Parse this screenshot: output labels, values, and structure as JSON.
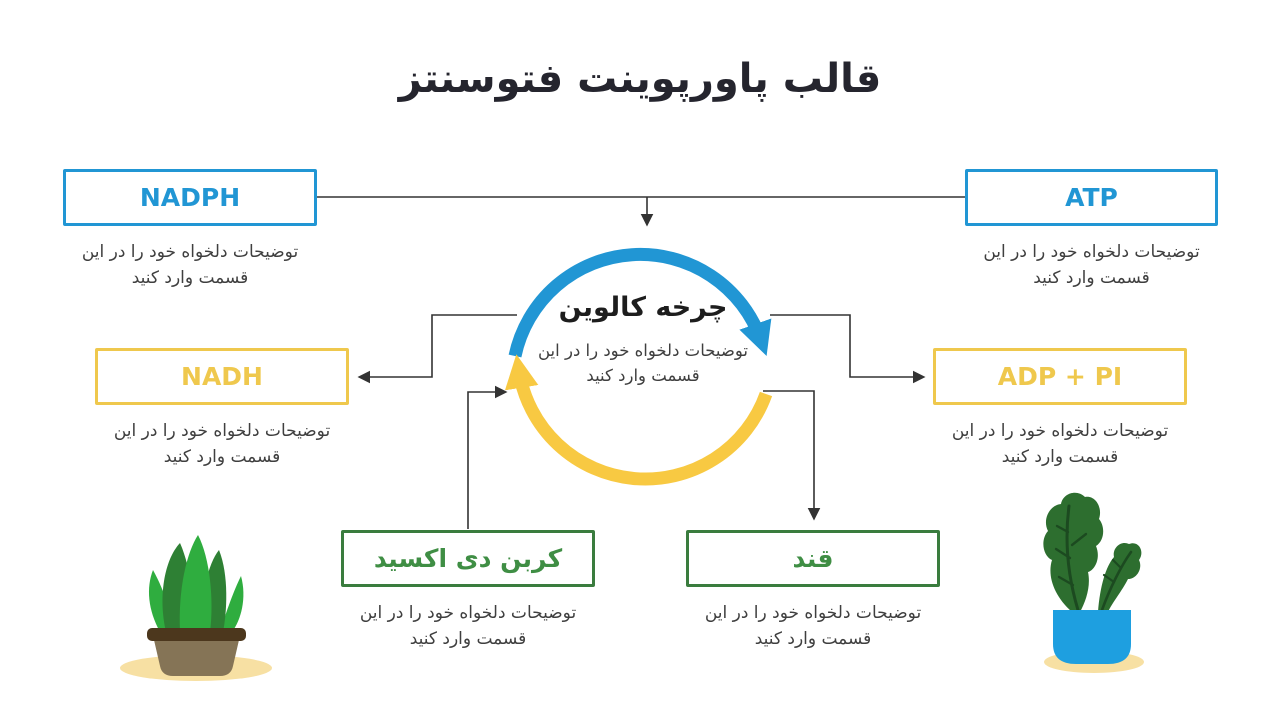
{
  "title": "قالب پاورپوینت فتوسنتز",
  "center": {
    "label": "چرخه کالوین",
    "description": "توضیحات دلخواه خود را در این قسمت وارد کنید"
  },
  "nodes": {
    "nadph": {
      "label": "NADPH",
      "description": "توضیحات دلخواه خود را در این قسمت وارد کنید"
    },
    "atp": {
      "label": "ATP",
      "description": "توضیحات دلخواه خود را در این قسمت وارد کنید"
    },
    "nadh": {
      "label": "NADH",
      "description": "توضیحات دلخواه خود را در این قسمت وارد کنید"
    },
    "adp_pi": {
      "label": "ADP + PI",
      "description": "توضیحات دلخواه خود را در این قسمت وارد کنید"
    },
    "carbon_dioxide": {
      "label": "کربن دی اکسید",
      "description": "توضیحات دلخواه خود را در این قسمت وارد کنید"
    },
    "sugar": {
      "label": "قند",
      "description": "توضیحات دلخواه خود را در این قسمت وارد کنید"
    }
  },
  "colors": {
    "blue": "#2196d4",
    "yellow_arc": "#f8c942",
    "yellow_box": "#efc84d",
    "green_border": "#3a7c3e",
    "green_text": "#3f8e44",
    "title_text": "#25252e",
    "body_text": "#3f3f3f",
    "connector": "#333333",
    "pot_brown": "#857456",
    "pot_rim_brown": "#4c371d",
    "pot_blue": "#1e9fe0",
    "leaf_bright_green": "#2fad3f",
    "leaf_dark_green": "#2e8034",
    "big_leaf_green": "#2d6e2f",
    "leaf_vein": "#1c4a20",
    "shadow_cream": "#f7e0a3"
  }
}
